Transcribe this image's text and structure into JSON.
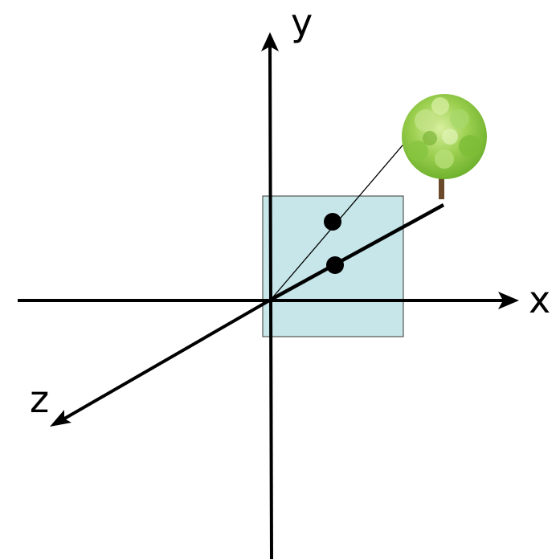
{
  "axes": {
    "x_label": "x",
    "y_label": "y",
    "z_label": "z"
  },
  "colors": {
    "axis": "#000000",
    "image_plane": "#c6e6ea",
    "image_plane_border": "#555555",
    "tree_foliage": "#8cc63f",
    "tree_foliage_light": "#c6e48b",
    "tree_foliage_dark": "#5a9e22",
    "tree_trunk": "#6b4a2b",
    "point": "#000000"
  },
  "icons": {
    "object": "tree-icon",
    "projected_points": "dot-icon"
  }
}
